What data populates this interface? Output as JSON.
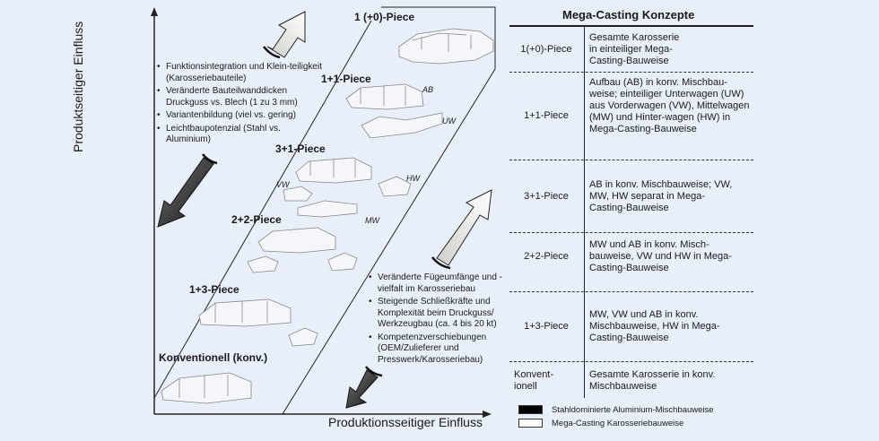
{
  "axes": {
    "y_label": "Produktseitiger Einfluss",
    "x_label": "Produktionsseitiger Einfluss"
  },
  "pieces": [
    {
      "label": "1 (+0)-Piece"
    },
    {
      "label": "1+1-Piece",
      "parts": [
        "AB",
        "UW"
      ]
    },
    {
      "label": "3+1-Piece",
      "parts": [
        "VW",
        "HW",
        "MW"
      ]
    },
    {
      "label": "2+2-Piece"
    },
    {
      "label": "1+3-Piece"
    },
    {
      "label": "Konventionell (konv.)"
    }
  ],
  "product_bullets": [
    "Funktionsintegration und Klein-teiligkeit (Karosseriebauteile)",
    "Veränderte Bauteilwanddicken Druckguss vs. Blech (1 zu 3 mm)",
    "Variantenbildung (viel vs. gering)",
    "Leichtbaupotenzial (Stahl vs. Aluminium)"
  ],
  "production_bullets": [
    "Veränderte Fügeumfänge und -vielfalt im Karosseriebau",
    "Steigende Schließkräfte und Komplexität beim Druckguss/ Werkzeugbau (ca. 4 bis 20 kt)",
    "Kompetenzverschiebungen (OEM/Zulieferer und Presswerk/Karosseriebau)"
  ],
  "table": {
    "title": "Mega-Casting Konzepte",
    "rows": [
      {
        "concept": "1(+0)-Piece",
        "description": "Gesamte Karosserie in einteiliger Mega-Casting-Bauweise"
      },
      {
        "concept": "1+1-Piece",
        "description": "Aufbau (AB) in konv. Mischbau-weise; einteiliger Unterwagen (UW) aus Vorderwagen (VW), Mittelwagen (MW) und Hinter-wagen (HW) in Mega-Casting-Bauweise"
      },
      {
        "concept": "3+1-Piece",
        "description": "AB in konv. Mischbauweise; VW, MW, HW separat in Mega-Casting-Bauweise"
      },
      {
        "concept": "2+2-Piece",
        "description": "MW und AB in konv. Misch-bauweise, VW und HW in Mega-Casting-Bauweise"
      },
      {
        "concept": "1+3-Piece",
        "description": "MW, VW und AB in konv. Mischbauweise, HW in Mega-Casting-Bauweise"
      },
      {
        "concept": "Konvent-ionell",
        "description": "Gesamte Karosserie in konv. Mischbauweise"
      }
    ]
  },
  "legend": [
    {
      "label": "Stahldominierte Aluminium-Mischbauweise",
      "color": "#000000"
    },
    {
      "label": "Mega-Casting Karosseriebauweise",
      "color": "#ffffff"
    }
  ],
  "colors": {
    "background": "#e8eff9",
    "dark_arrow": "#2a2a2a",
    "light_arrow": "#f2f2ee"
  }
}
